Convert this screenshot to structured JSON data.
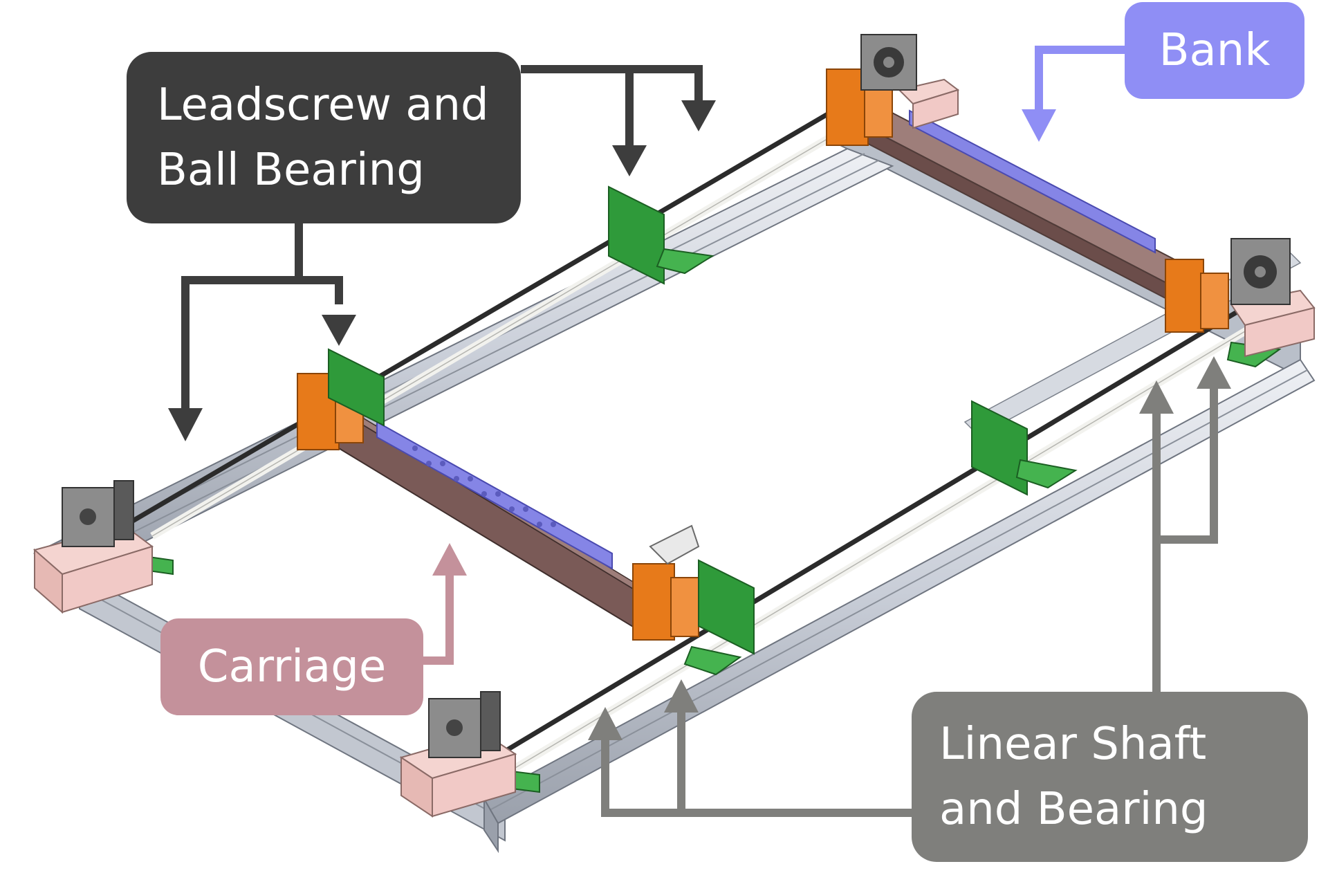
{
  "labels": {
    "leadscrew": {
      "line1": "Leadscrew and",
      "line2": "Ball Bearing"
    },
    "bank": "Bank",
    "carriage": "Carriage",
    "linear_shaft": {
      "line1": "Linear Shaft",
      "line2": "and Bearing"
    }
  },
  "colors": {
    "leadscrew_callout": "#3d3d3d",
    "bank_callout": "#8f8ef5",
    "carriage_callout": "#c4919b",
    "linear_shaft_callout": "#7f7f7c",
    "aluminium_rail": "#d7dbe2",
    "carriage_beam": "#7a5a57",
    "bank_plate": "#8888e8",
    "bracket_orange": "#e77a1a",
    "bracket_green": "#2f9a3a",
    "end_block_pink": "#f1c9c6",
    "motor_grey": "#8c8c8c"
  },
  "icons": [
    "stepper-motor-icon",
    "arrow-down-icon",
    "arrow-up-icon"
  ]
}
